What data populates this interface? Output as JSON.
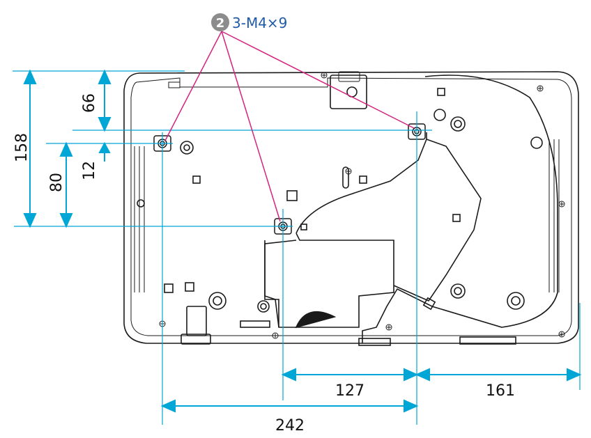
{
  "callout": {
    "number": "2",
    "label": "3-M4×9"
  },
  "dimensions": {
    "d158": "158",
    "d66": "66",
    "d12": "12",
    "d80": "80",
    "d127": "127",
    "d161": "161",
    "d242": "242"
  },
  "colors": {
    "dimension": "#00a6d6",
    "leader": "#d4237f",
    "outline": "#1a1a1a",
    "callout_text": "#1e5aa8",
    "callout_circle": "#8c8c8c"
  }
}
